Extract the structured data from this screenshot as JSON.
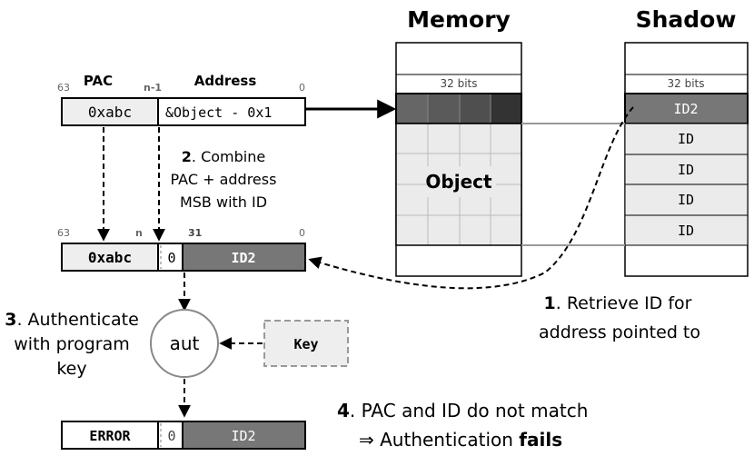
{
  "memory": {
    "title": "Memory",
    "width_label": "32 bits",
    "object_label": "Object"
  },
  "shadow": {
    "title": "Shadow",
    "width_label": "32 bits",
    "entries": [
      "ID2",
      "ID",
      "ID",
      "ID",
      "ID"
    ]
  },
  "pointer": {
    "pac_header": "PAC",
    "address_header": "Address",
    "bit_high": "63",
    "bit_split": "n-1",
    "bit_low": "0",
    "pac_value": "0xabc",
    "address_value": "&Object - 0x1"
  },
  "combined": {
    "bit_high": "63",
    "bit_n": "n",
    "bit_31": "31",
    "bit_low": "0",
    "pac_value": "0xabc",
    "zero": "0",
    "id_value": "ID2"
  },
  "steps": {
    "step1_num": "1",
    "step1_line1": ". Retrieve ID for",
    "step1_line2": "address pointed to",
    "step2_num": "2",
    "step2_line1": ". Combine",
    "step2_line2": "PAC + address",
    "step2_line3": "MSB with ID",
    "step3_num": "3",
    "step3_line1": ". Authenticate",
    "step3_line2": "with program",
    "step3_line3": "key",
    "step4_num": "4",
    "step4_line1": ". PAC and ID do not match",
    "step4_line2_prefix": "⇒ Authentication ",
    "step4_line2_bold": "fails"
  },
  "aut_label": "aut",
  "key_label": "Key",
  "result": {
    "error": "ERROR",
    "zero": "0",
    "id_value": "ID2"
  },
  "colors": {
    "dark_gray": "#777777",
    "light_gray": "#ebebeb",
    "pac_fill": "#eeeeee",
    "header_cell_dark": "#555555",
    "header_cell_darker": "#333333",
    "grid_line": "#bbbbbb"
  }
}
